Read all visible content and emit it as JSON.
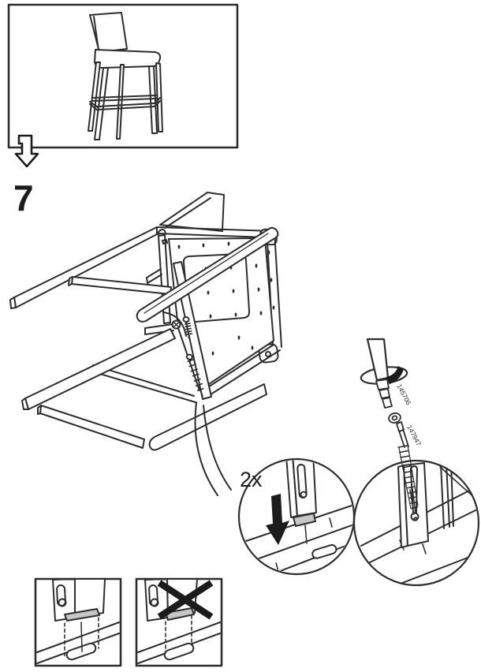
{
  "page": {
    "background": "#ffffff",
    "line_color": "#2d2d2d",
    "solid_black": "#1c1c1c",
    "pad_color": "#c6c6c6"
  },
  "step": {
    "number": "7"
  },
  "product_thumbnail": {
    "item": "bar-stool"
  },
  "icons": {
    "flip_arrow": "block-down-arrow",
    "rotation_arrow": "clockwise-rotation-arrow",
    "press_arrow": "filled-down-arrow",
    "prohibition": "x-cross-mark"
  },
  "callout": {
    "quantity_label": "2x"
  },
  "parts": [
    {
      "part_number": "145706",
      "name": "screwdriver-bit"
    },
    {
      "part_number": "147947",
      "name": "wood-screw"
    }
  ]
}
